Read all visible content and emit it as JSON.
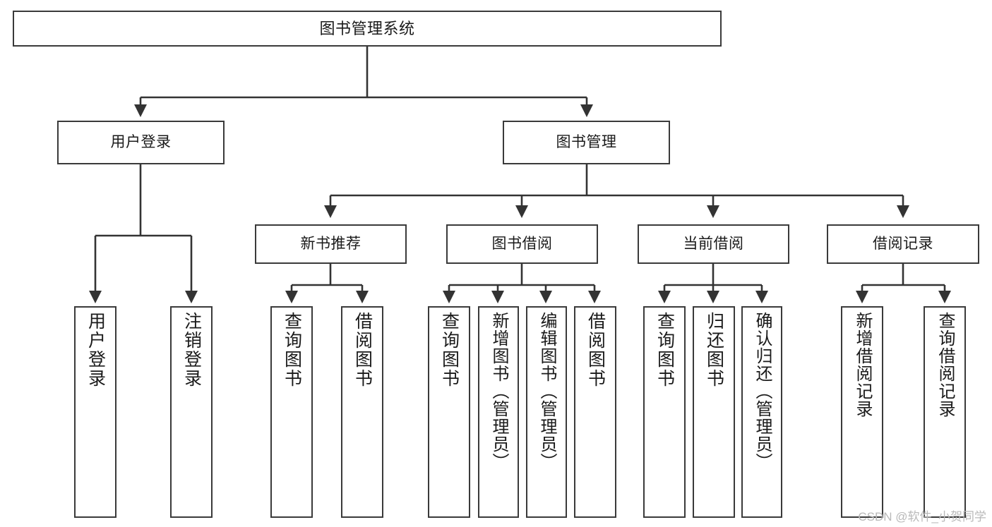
{
  "diagram": {
    "title": "图书管理系统",
    "type": "功能结构图",
    "colors": {
      "background": "#ffffff",
      "box_border": "#3a3a3a",
      "box_fill": "#ffffff",
      "connector": "#333333",
      "text": "#1a1a1a",
      "watermark": "#b9b9b9"
    },
    "levels": {
      "level1": [
        {
          "id": "root",
          "label": "图书管理系统"
        }
      ],
      "level2": [
        {
          "id": "user-login",
          "label": "用户登录"
        },
        {
          "id": "book-manage",
          "label": "图书管理"
        }
      ],
      "level3": [
        {
          "id": "new-book-rec",
          "label": "新书推荐",
          "parent": "book-manage"
        },
        {
          "id": "book-borrow",
          "label": "图书借阅",
          "parent": "book-manage"
        },
        {
          "id": "current-borrow",
          "label": "当前借阅",
          "parent": "book-manage"
        },
        {
          "id": "borrow-record",
          "label": "借阅记录",
          "parent": "book-manage"
        }
      ],
      "level4": [
        {
          "id": "leaf-user-login",
          "label": "用户登录",
          "parent": "user-login"
        },
        {
          "id": "leaf-user-logout",
          "label": "注销登录",
          "parent": "user-login"
        },
        {
          "id": "leaf-query-book-1",
          "label": "查询图书",
          "parent": "new-book-rec"
        },
        {
          "id": "leaf-borrow-book-1",
          "label": "借阅图书",
          "parent": "new-book-rec"
        },
        {
          "id": "leaf-query-book-2",
          "label": "查询图书",
          "parent": "book-borrow"
        },
        {
          "id": "leaf-add-book",
          "label": "新增图书（管理员）",
          "parent": "book-borrow"
        },
        {
          "id": "leaf-edit-book",
          "label": "编辑图书（管理员）",
          "parent": "book-borrow"
        },
        {
          "id": "leaf-borrow-book-2",
          "label": "借阅图书",
          "parent": "book-borrow"
        },
        {
          "id": "leaf-query-book-3",
          "label": "查询图书",
          "parent": "current-borrow"
        },
        {
          "id": "leaf-return-book",
          "label": "归还图书",
          "parent": "current-borrow"
        },
        {
          "id": "leaf-confirm-return",
          "label": "确认归还（管理员）",
          "parent": "current-borrow"
        },
        {
          "id": "leaf-add-record",
          "label": "新增借阅记录",
          "parent": "borrow-record"
        },
        {
          "id": "leaf-query-record",
          "label": "查询借阅记录",
          "parent": "borrow-record"
        }
      ]
    }
  },
  "watermark": {
    "text": "CSDN @软件_小贺同学"
  }
}
